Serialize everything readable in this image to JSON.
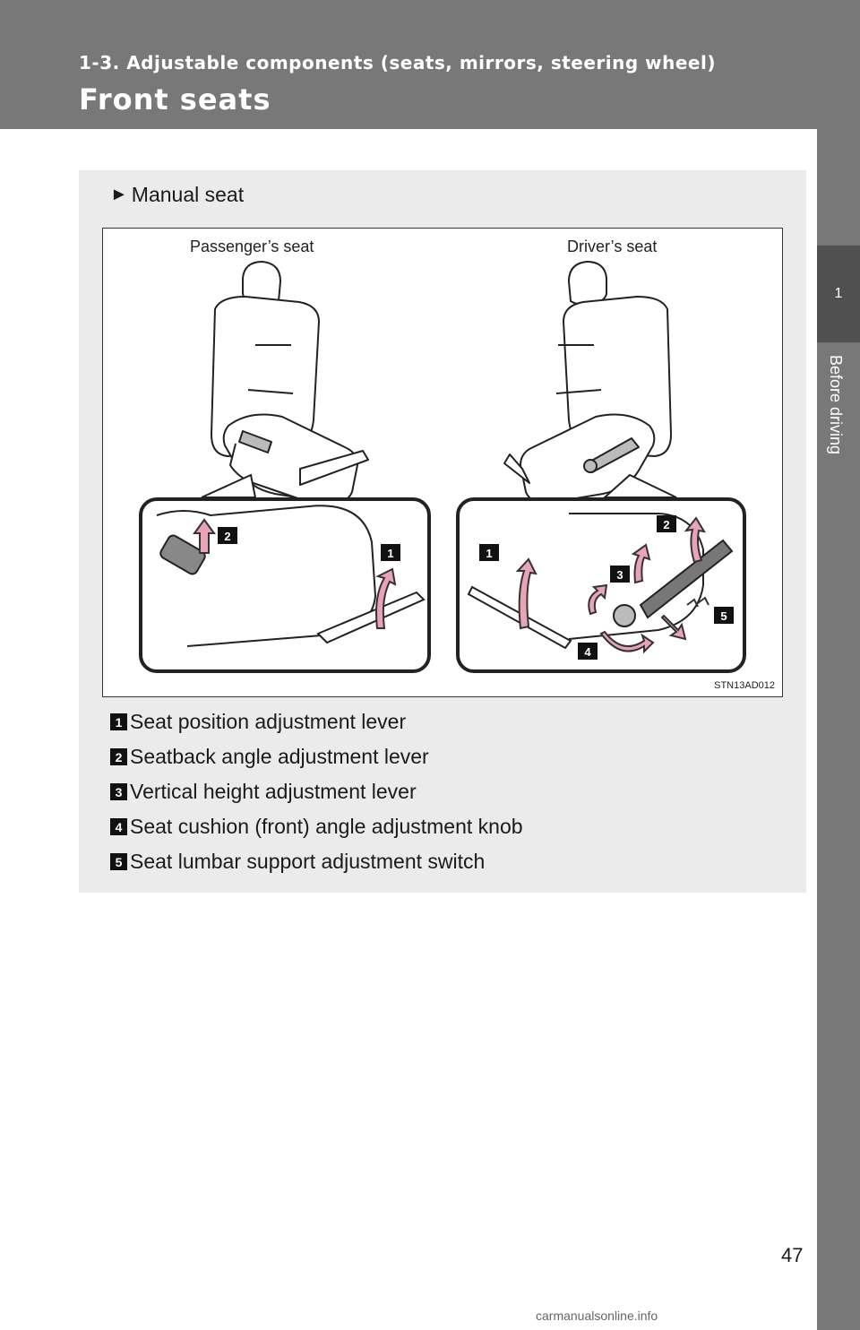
{
  "header": {
    "section_label": "1-3. Adjustable components (seats, mirrors, steering wheel)",
    "page_title": "Front seats"
  },
  "side_tab": {
    "chapter_number": "1",
    "chapter_label": "Before driving"
  },
  "content": {
    "subhead_marker": "►",
    "subhead": "Manual seat",
    "figure": {
      "passenger_label": "Passenger’s seat",
      "driver_label": "Driver’s seat",
      "figure_code": "STN13AD012",
      "callout_color": "#e9a3b6",
      "callout_outline": "#333333"
    },
    "legend": [
      {
        "num": "1",
        "text": "Seat position adjustment lever"
      },
      {
        "num": "2",
        "text": "Seatback angle adjustment lever"
      },
      {
        "num": "3",
        "text": "Vertical height adjustment lever"
      },
      {
        "num": "4",
        "text": "Seat cushion (front) angle adjustment knob"
      },
      {
        "num": "5",
        "text": "Seat lumbar support adjustment switch"
      }
    ]
  },
  "footer": {
    "page_number": "47",
    "watermark": "carmanualsonline.info"
  }
}
